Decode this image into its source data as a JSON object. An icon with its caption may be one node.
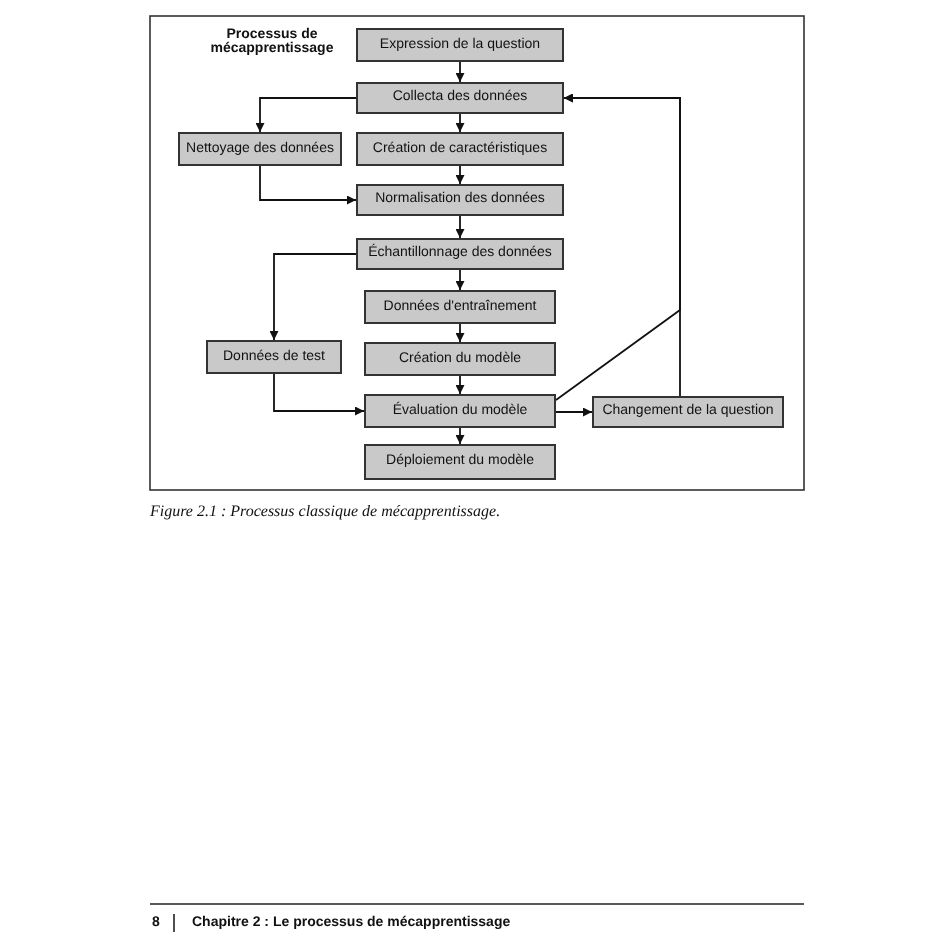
{
  "diagram": {
    "title": "Processus de mécapprentissage",
    "caption": "Figure 2.1 : Processus classique de mécapprentissage.",
    "nodes": [
      {
        "text": [
          "Expression de la question"
        ]
      },
      {
        "text": [
          "Collecta des données"
        ]
      },
      {
        "text": [
          "Nettoyage des données"
        ]
      },
      {
        "text": [
          "Création de caractéristiques"
        ]
      },
      {
        "text": [
          "Normalisation des données"
        ]
      },
      {
        "text": [
          "Échantillonnage des données"
        ]
      },
      {
        "text": [
          "Données d'entraînement"
        ]
      },
      {
        "text": [
          "Données de test"
        ]
      },
      {
        "text": [
          "Création du modèle"
        ]
      },
      {
        "text": [
          "Évaluation du modèle"
        ]
      },
      {
        "text": [
          "Changement de la question"
        ]
      },
      {
        "text": [
          "Déploiement du modèle"
        ]
      }
    ],
    "edges": [
      {
        "from": 0,
        "to": 1,
        "arrow": "to"
      },
      {
        "from": 1,
        "to": 2,
        "arrow": "to"
      },
      {
        "from": 1,
        "to": 3,
        "arrow": "to"
      },
      {
        "from": 3,
        "to": 4,
        "arrow": "to"
      },
      {
        "from": 2,
        "to": 4,
        "arrow": "to"
      },
      {
        "from": 4,
        "to": 5,
        "arrow": "to"
      },
      {
        "from": 5,
        "to": 6,
        "arrow": "to"
      },
      {
        "from": 5,
        "to": 7,
        "arrow": "to"
      },
      {
        "from": 6,
        "to": 8,
        "arrow": "to"
      },
      {
        "from": 8,
        "to": 9,
        "arrow": "to"
      },
      {
        "from": 7,
        "to": 9,
        "arrow": "to"
      },
      {
        "from": 9,
        "to": 10,
        "arrow": "to"
      },
      {
        "from": 9,
        "to": 1,
        "arrow": "to"
      },
      {
        "from": 10,
        "to": 1,
        "arrow": "to"
      },
      {
        "from": 9,
        "to": 11,
        "arrow": "to"
      }
    ],
    "labels": [
      "8",
      "Chapitre 2 : Le processus de mécapprentissage"
    ]
  }
}
